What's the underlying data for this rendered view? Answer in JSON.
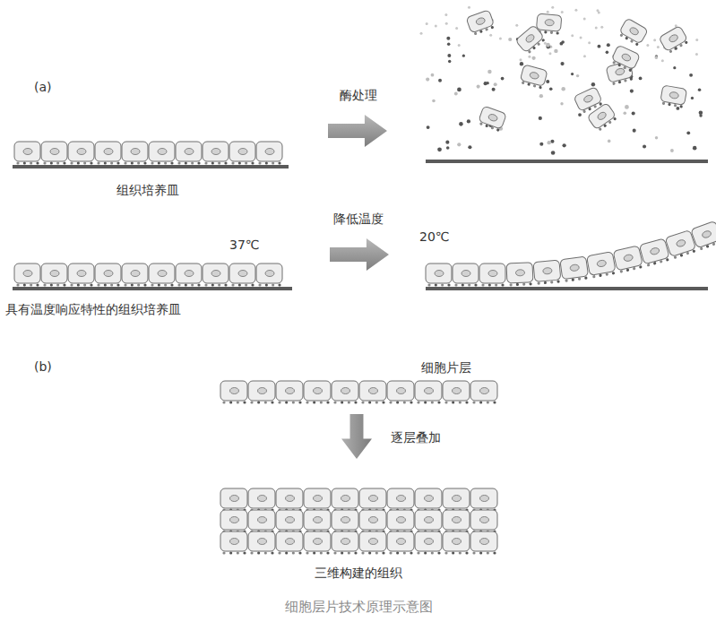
{
  "diagram": {
    "caption": "细胞层片技术原理示意图",
    "labels": [
      "(a)",
      "酶处理",
      "组织培养皿",
      "降低温度",
      "37℃",
      "20℃",
      "具有温度响应特性的组织培养皿",
      "(b)",
      "细胞片层",
      "逐层叠加",
      "三维构建的组织"
    ]
  }
}
